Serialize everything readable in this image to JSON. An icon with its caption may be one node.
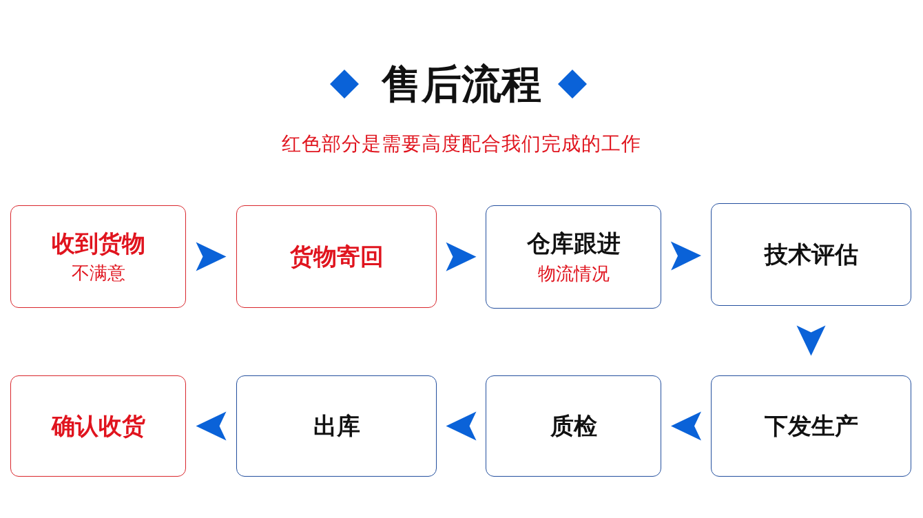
{
  "diagram": {
    "title": "售后流程",
    "nodes": [
      {
        "text": [
          "收到货物",
          "不满意"
        ]
      },
      {
        "text": [
          "货物寄回"
        ]
      },
      {
        "text": [
          "仓库跟进",
          "物流情况"
        ]
      },
      {
        "text": [
          "技术评估"
        ]
      },
      {
        "text": [
          "下发生产"
        ]
      },
      {
        "text": [
          "质检"
        ]
      },
      {
        "text": [
          "出库"
        ]
      },
      {
        "text": [
          "确认收货"
        ]
      }
    ],
    "edges": [
      {
        "from": 0,
        "to": 1,
        "arrow": "to"
      },
      {
        "from": 1,
        "to": 2,
        "arrow": "to"
      },
      {
        "from": 2,
        "to": 3,
        "arrow": "to"
      },
      {
        "from": 3,
        "to": 4,
        "arrow": "to"
      },
      {
        "from": 4,
        "to": 5,
        "arrow": "to"
      },
      {
        "from": 5,
        "to": 6,
        "arrow": "to"
      },
      {
        "from": 6,
        "to": 7,
        "arrow": "to"
      }
    ],
    "labels": [
      "红色部分是需要高度配合我们完成的工作"
    ]
  }
}
